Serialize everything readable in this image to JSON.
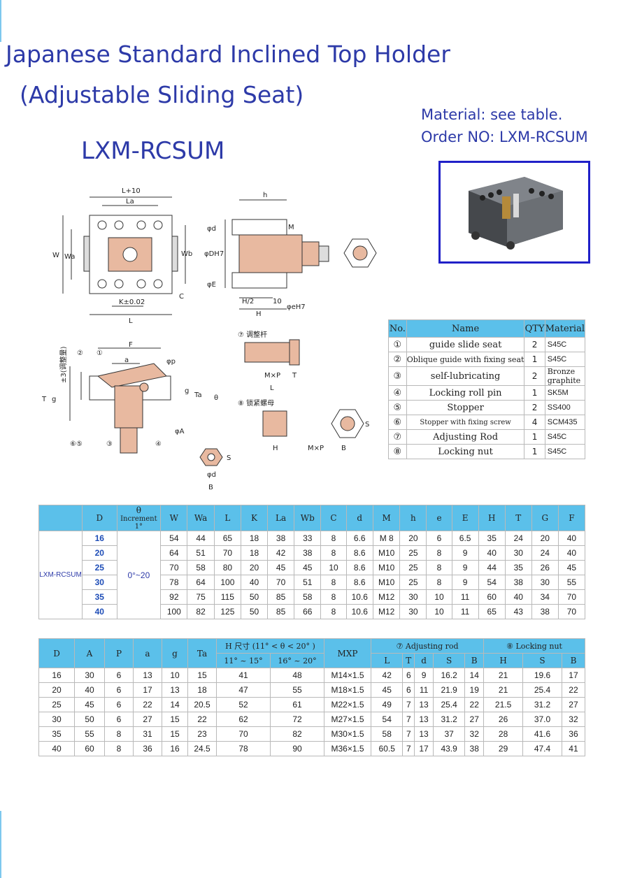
{
  "title_line1": "Japanese Standard Inclined Top Holder",
  "title_line2": "(Adjustable Sliding Seat)",
  "model": "LXM-RCSUM",
  "material_note": "Material: see table.",
  "order_no": "Order NO: LXM-RCSUM",
  "drawing_labels": {
    "l10": "L+10",
    "la": "La",
    "w": "W",
    "wa": "Wa",
    "wb": "Wb",
    "k": "K±0.02",
    "l": "L",
    "c": "C",
    "h": "h",
    "m": "M",
    "d": "φd",
    "dh7": "φDH7",
    "e": "φE",
    "h2": "H/2",
    "ten": "10",
    "hh": "H",
    "eh7": "φeH7",
    "p7": "⑦ 调整杆",
    "p8": "⑧ 锁紧螺母",
    "mxp": "M×P",
    "t": "T",
    "lbl_l": "L",
    "s": "S",
    "b": "B",
    "f": "F",
    "a": "a",
    "phip": "φp",
    "g": "g",
    "ta": "Ta",
    "theta": "θ",
    "phia": "φA",
    "adj": "±3(调整量)",
    "n65": "⑥⑤",
    "n3": "③",
    "n4": "④",
    "n2": "②",
    "n1": "①"
  },
  "materials": {
    "headers": [
      "No.",
      "Name",
      "QTY",
      "Material"
    ],
    "rows": [
      {
        "no": "①",
        "name": "guide slide seat",
        "qty": "2",
        "mat": "S45C"
      },
      {
        "no": "②",
        "name": "Oblique guide with fixing seat",
        "qty": "1",
        "mat": "S45C"
      },
      {
        "no": "③",
        "name": "self-lubricating",
        "qty": "2",
        "mat": "Bronze graphite"
      },
      {
        "no": "④",
        "name": "Locking roll pin",
        "qty": "1",
        "mat": "SK5M"
      },
      {
        "no": "⑤",
        "name": "Stopper",
        "qty": "2",
        "mat": "SS400"
      },
      {
        "no": "⑥",
        "name": "Stopper with fixing screw",
        "qty": "4",
        "mat": "SCM435"
      },
      {
        "no": "⑦",
        "name": "Adjusting Rod",
        "qty": "1",
        "mat": "S45C"
      },
      {
        "no": "⑧",
        "name": "Locking nut",
        "qty": "1",
        "mat": "S45C"
      }
    ]
  },
  "table1": {
    "headers": [
      "",
      "D",
      "θ",
      "W",
      "Wa",
      "L",
      "K",
      "La",
      "Wb",
      "C",
      "d",
      "M",
      "h",
      "e",
      "E",
      "H",
      "T",
      "G",
      "F"
    ],
    "theta_note": "Increment 1°",
    "model_label": "LXM-RCSUM",
    "angle_range": "0°~20",
    "rows": [
      [
        "16",
        "54",
        "44",
        "65",
        "18",
        "38",
        "33",
        "8",
        "6.6",
        "M 8",
        "20",
        "6",
        "6.5",
        "35",
        "24",
        "20",
        "40"
      ],
      [
        "20",
        "64",
        "51",
        "70",
        "18",
        "42",
        "38",
        "8",
        "8.6",
        "M10",
        "25",
        "8",
        "9",
        "40",
        "30",
        "24",
        "40"
      ],
      [
        "25",
        "70",
        "58",
        "80",
        "20",
        "45",
        "45",
        "10",
        "8.6",
        "M10",
        "25",
        "8",
        "9",
        "44",
        "35",
        "26",
        "45"
      ],
      [
        "30",
        "78",
        "64",
        "100",
        "40",
        "70",
        "51",
        "8",
        "8.6",
        "M10",
        "25",
        "8",
        "9",
        "54",
        "38",
        "30",
        "55"
      ],
      [
        "35",
        "92",
        "75",
        "115",
        "50",
        "85",
        "58",
        "8",
        "10.6",
        "M12",
        "30",
        "10",
        "11",
        "60",
        "40",
        "34",
        "70"
      ],
      [
        "40",
        "100",
        "82",
        "125",
        "50",
        "85",
        "66",
        "8",
        "10.6",
        "M12",
        "30",
        "10",
        "11",
        "65",
        "43",
        "38",
        "70"
      ]
    ]
  },
  "table2": {
    "headers": [
      "D",
      "A",
      "P",
      "a",
      "g",
      "Ta"
    ],
    "h_group": "H 尺寸 (11° < θ < 20° )",
    "h_sub": [
      "11° ~ 15°",
      "16° ~ 20°"
    ],
    "mxp": "MXP",
    "rod_group": "⑦ Adjusting rod",
    "rod_sub": [
      "L",
      "T",
      "d",
      "S",
      "B"
    ],
    "nut_group": "⑧ Locking nut",
    "nut_sub": [
      "H",
      "S",
      "B"
    ],
    "rows": [
      [
        "16",
        "30",
        "6",
        "13",
        "10",
        "15",
        "41",
        "48",
        "M14×1.5",
        "42",
        "6",
        "9",
        "16.2",
        "14",
        "21",
        "19.6",
        "17"
      ],
      [
        "20",
        "40",
        "6",
        "17",
        "13",
        "18",
        "47",
        "55",
        "M18×1.5",
        "45",
        "6",
        "11",
        "21.9",
        "19",
        "21",
        "25.4",
        "22"
      ],
      [
        "25",
        "45",
        "6",
        "22",
        "14",
        "20.5",
        "52",
        "61",
        "M22×1.5",
        "49",
        "7",
        "13",
        "25.4",
        "22",
        "21.5",
        "31.2",
        "27"
      ],
      [
        "30",
        "50",
        "6",
        "27",
        "15",
        "22",
        "62",
        "72",
        "M27×1.5",
        "54",
        "7",
        "13",
        "31.2",
        "27",
        "26",
        "37.0",
        "32"
      ],
      [
        "35",
        "55",
        "8",
        "31",
        "15",
        "23",
        "70",
        "82",
        "M30×1.5",
        "58",
        "7",
        "13",
        "37",
        "32",
        "28",
        "41.6",
        "36"
      ],
      [
        "40",
        "60",
        "8",
        "36",
        "16",
        "24.5",
        "78",
        "90",
        "M36×1.5",
        "60.5",
        "7",
        "17",
        "43.9",
        "38",
        "29",
        "47.4",
        "41"
      ]
    ]
  }
}
